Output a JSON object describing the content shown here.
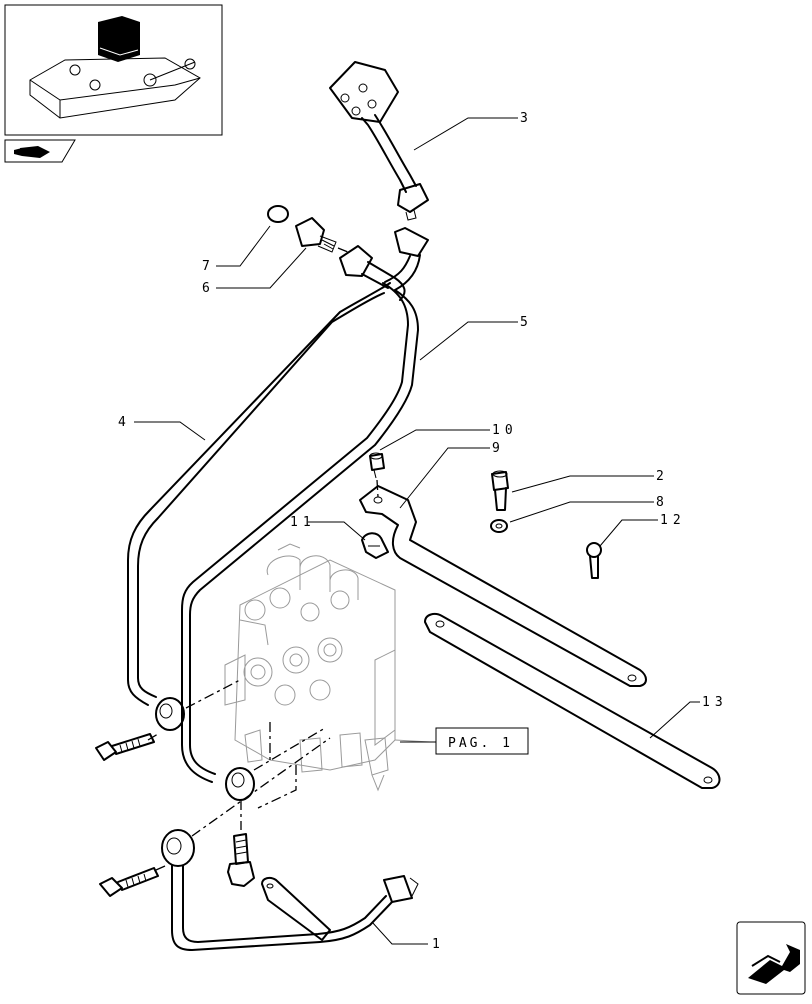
{
  "callouts": {
    "c1": "1",
    "c2": "2",
    "c3": "3",
    "c4": "4",
    "c5": "5",
    "c6": "6",
    "c7": "7",
    "c8": "8",
    "c9": "9",
    "c10": "10",
    "c11": "11",
    "c12": "12",
    "c13": "13"
  },
  "page_ref": "PAG. 1",
  "icons": {
    "thumbnail": "tractor-hydraulic-lift-thumbnail-icon",
    "section": "section-marker-icon",
    "navigation": "next-page-arrow-icon"
  }
}
